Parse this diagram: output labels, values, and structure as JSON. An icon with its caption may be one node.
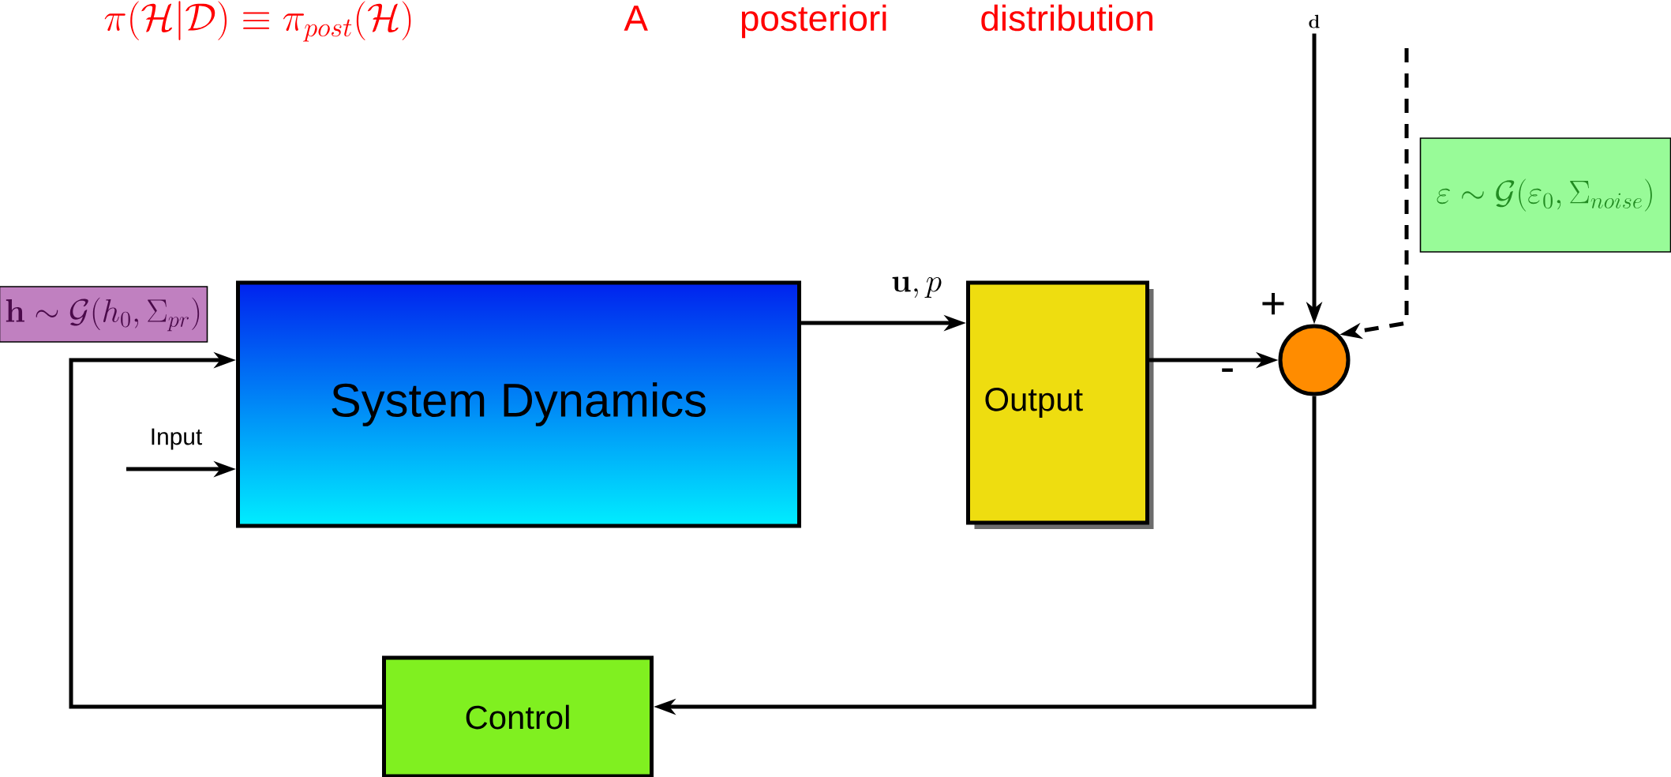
{
  "diagram": {
    "title": "A posteriori distribution",
    "nodes": [
      {
        "text": [
          "\\mathbf{h} \\sim \\mathcal{G}(h_0, \\Sigma_{pr})"
        ]
      },
      {
        "text": [
          "System Dynamics"
        ]
      },
      {
        "text": [
          "Output"
        ]
      },
      {
        "text": [
          "\\varepsilon \\sim \\mathcal{G}(\\varepsilon_0, \\Sigma_{noise})"
        ]
      },
      {
        "text": [],
        "shape": "circle"
      },
      {
        "text": [
          "Control"
        ]
      },
      {
        "text": [
          "\\mathbf{d}"
        ]
      }
    ],
    "edges": [
      {
        "from": null,
        "to": 1,
        "arrow": "to",
        "label": "Input"
      },
      {
        "from": 1,
        "to": 2,
        "arrow": "to",
        "label": "\\mathbf{u}, p"
      },
      {
        "from": 2,
        "to": 4,
        "arrow": "to"
      },
      {
        "from": 6,
        "to": 4,
        "arrow": "to"
      },
      {
        "from": null,
        "to": 4,
        "arrow": "to",
        "style": "dashed"
      },
      {
        "from": 4,
        "to": 5,
        "arrow": "to"
      },
      {
        "from": 5,
        "to": 1,
        "arrow": "to"
      }
    ],
    "labels": [
      "\\pi(\\mathcal{H}|\\mathcal{D}) \\equiv \\pi_{post}(\\mathcal{H})",
      "+",
      "-"
    ]
  }
}
